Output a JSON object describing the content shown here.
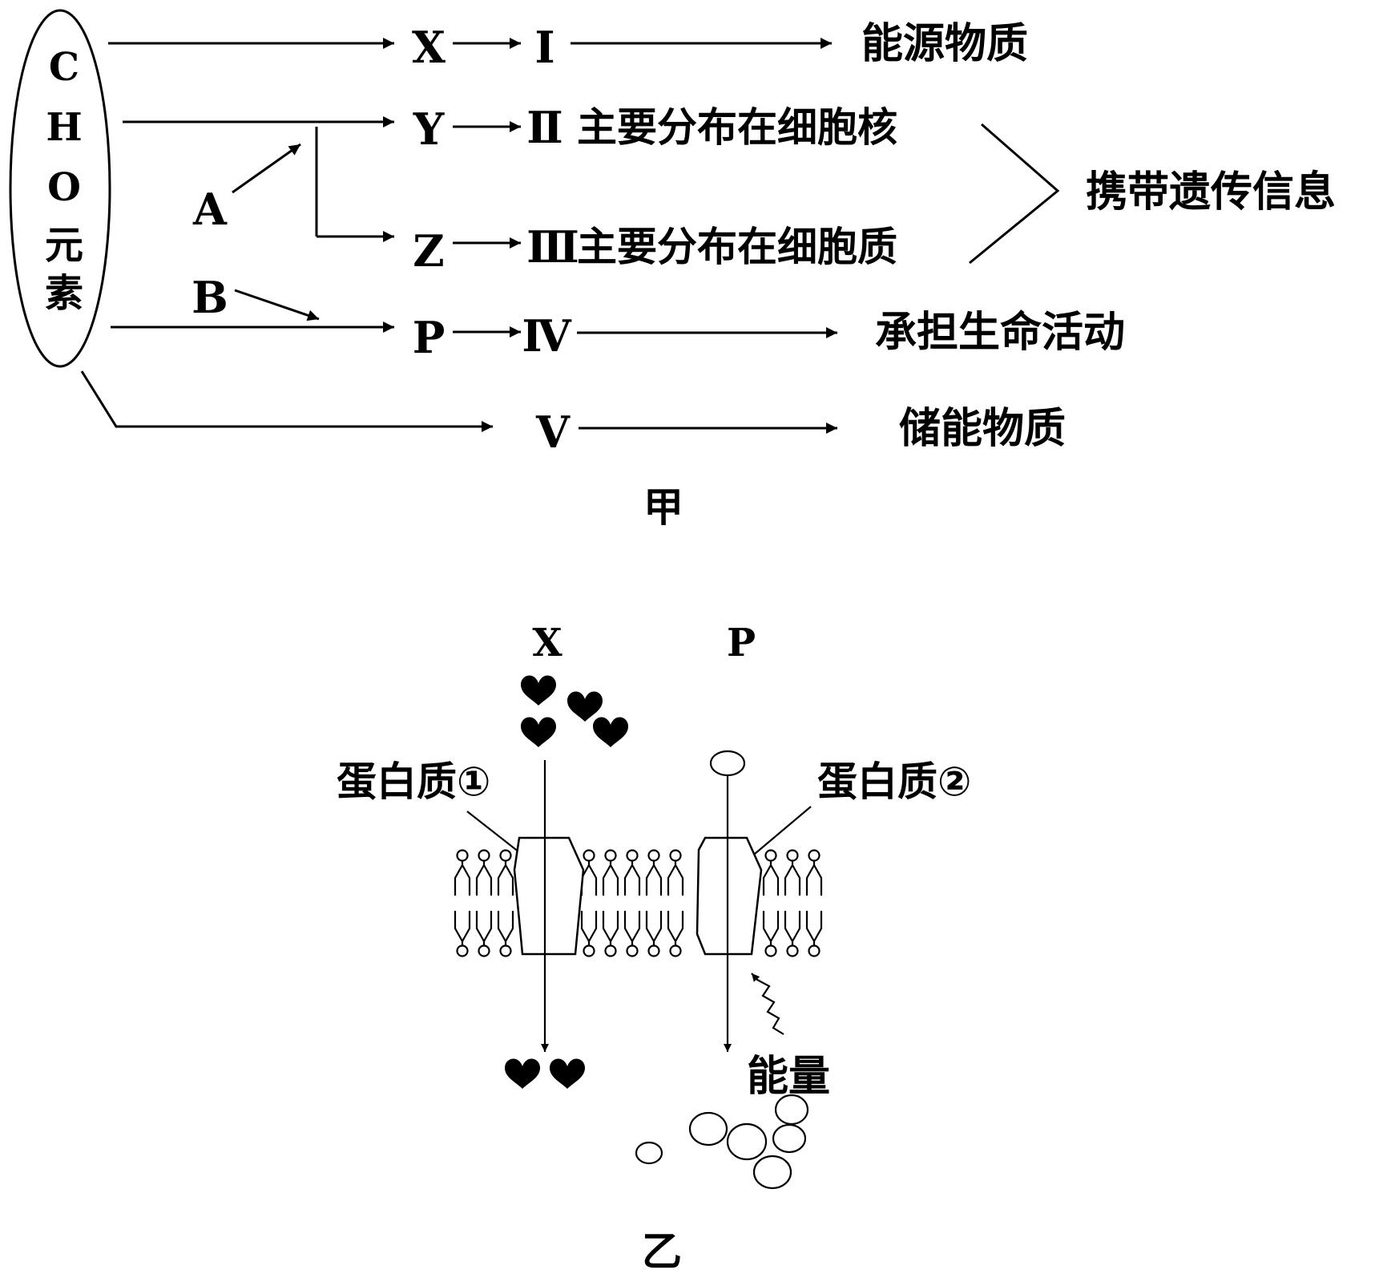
{
  "diagram_a": {
    "caption": "甲",
    "source": {
      "letters": [
        "C",
        "H",
        "O"
      ],
      "word": [
        "元",
        "素"
      ]
    },
    "modifiers": {
      "a": "A",
      "b": "B"
    },
    "monomers": {
      "x": "X",
      "y": "Y",
      "z": "Z",
      "p": "P"
    },
    "polymers": {
      "i": "Ⅰ",
      "ii": "Ⅱ",
      "iii": "Ⅲ",
      "iv": "Ⅳ",
      "v": "Ⅴ"
    },
    "functions": {
      "i": "能源物质",
      "ii": "主要分布在细胞核",
      "iii": "主要分布在细胞质",
      "shared": "携带遗传信息",
      "iv": "承担生命活动",
      "v": "储能物质"
    }
  },
  "diagram_b": {
    "caption": "乙",
    "label_x": "X",
    "label_p": "P",
    "protein_1": "蛋白质①",
    "protein_2": "蛋白质②",
    "energy": "能量"
  }
}
